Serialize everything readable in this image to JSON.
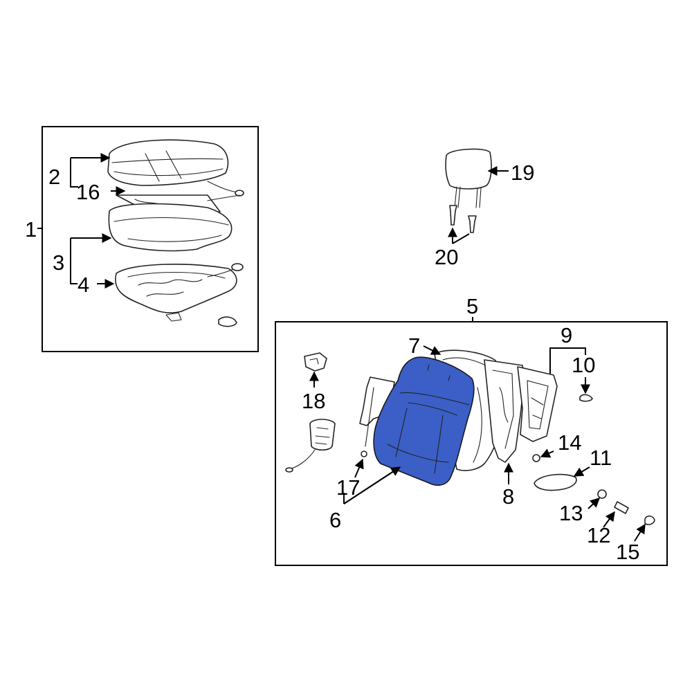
{
  "colors": {
    "highlight": "#3b5fc7",
    "line": "#000000",
    "background": "#ffffff"
  },
  "callouts": {
    "c1": "1",
    "c2": "2",
    "c3": "3",
    "c4": "4",
    "c5": "5",
    "c6": "6",
    "c7": "7",
    "c8": "8",
    "c9": "9",
    "c10": "10",
    "c11": "11",
    "c12": "12",
    "c13": "13",
    "c14": "14",
    "c15": "15",
    "c16": "16",
    "c17": "17",
    "c18": "18",
    "c19": "19",
    "c20": "20"
  }
}
